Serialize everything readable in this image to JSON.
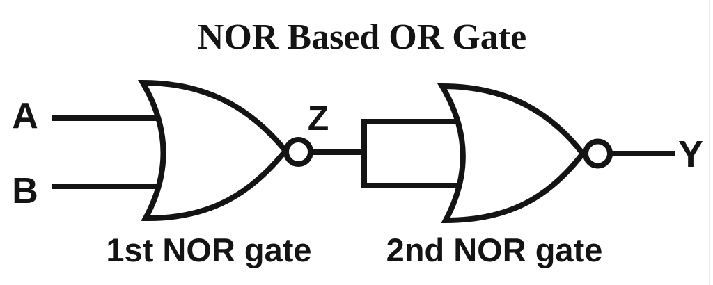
{
  "title": "NOR Based OR Gate",
  "colors": {
    "ink": "#141414",
    "background": "#ffffff",
    "edge_line": "#ededed"
  },
  "labels": {
    "input_a": "A",
    "input_b": "B",
    "intermediate": "Z",
    "output": "Y"
  },
  "gates": [
    {
      "type": "NOR",
      "caption": "1st NOR gate"
    },
    {
      "type": "NOR",
      "caption": "2nd NOR gate"
    }
  ]
}
